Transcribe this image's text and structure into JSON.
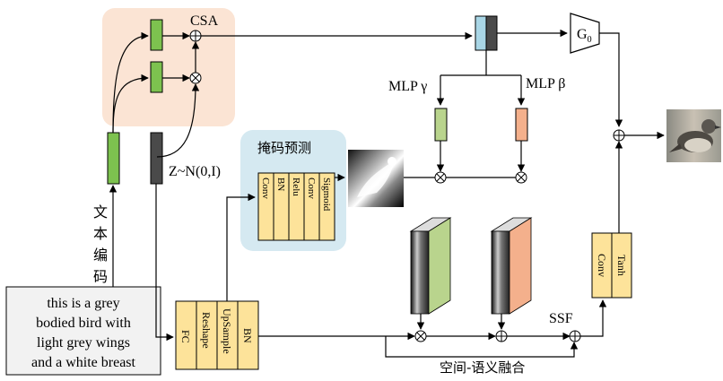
{
  "input_text": {
    "lines": [
      "this is a grey",
      "bodied bird with",
      "light grey wings",
      "and a white breast"
    ]
  },
  "labels": {
    "text_encode": [
      "文",
      "本",
      "编",
      "码"
    ],
    "csa": "CSA",
    "noise": "Z~N(0,I)",
    "mask_predict": "掩码预测",
    "mlp_gamma": "MLP γ",
    "mlp_beta": "MLP β",
    "g0": "G",
    "g0_sub": "0",
    "ssf": "SSF",
    "fusion": "空间-语义融合"
  },
  "mask_blocks": [
    "Conv",
    "BN",
    "Relu",
    "Conv",
    "Sigmoid"
  ],
  "fc_blocks": [
    "FC",
    "Reshape",
    "UpSample",
    "BN"
  ],
  "tanh_blocks": [
    "Conv",
    "Tanh"
  ],
  "colors": {
    "green": "#7dc24f",
    "light_green": "#b9d48d",
    "dark_gray": "#4a4a4a",
    "light_blue": "#a9d6e6",
    "orange": "#f4b08c",
    "yellow": "#fde39a",
    "csa_bg": "#fbe4d4",
    "mask_bg": "#d5e9f1"
  }
}
